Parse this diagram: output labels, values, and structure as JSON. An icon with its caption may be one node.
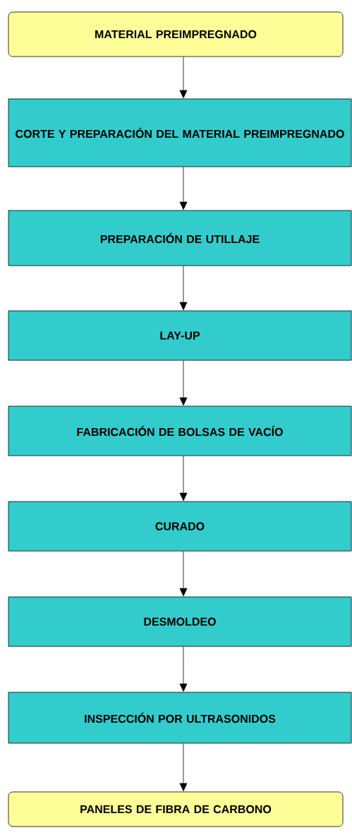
{
  "diagram": {
    "nodes": [
      {
        "text": [
          "MATERIAL PREIMPREGNADO"
        ]
      },
      {
        "text": [
          "CORTE Y PREPARACIÓN DEL MATERIAL PREIMPREGNADO"
        ]
      },
      {
        "text": [
          "PREPARACIÓN DE UTILLAJE"
        ]
      },
      {
        "text": [
          "LAY-UP"
        ]
      },
      {
        "text": [
          "FABRICACIÓN DE BOLSAS DE VACÍO"
        ]
      },
      {
        "text": [
          "CURADO"
        ]
      },
      {
        "text": [
          "DESMOLDEO"
        ]
      },
      {
        "text": [
          "INSPECCIÓN POR ULTRASONIDOS"
        ]
      },
      {
        "text": [
          "PANELES DE FIBRA DE CARBONO"
        ]
      }
    ],
    "edges": [
      {
        "from": 0,
        "to": 1,
        "arrow": "to"
      },
      {
        "from": 1,
        "to": 2,
        "arrow": "to"
      },
      {
        "from": 2,
        "to": 3,
        "arrow": "to"
      },
      {
        "from": 3,
        "to": 4,
        "arrow": "to"
      },
      {
        "from": 4,
        "to": 5,
        "arrow": "to"
      },
      {
        "from": 5,
        "to": 6,
        "arrow": "to"
      },
      {
        "from": 6,
        "to": 7,
        "arrow": "to"
      },
      {
        "from": 7,
        "to": 8,
        "arrow": "to"
      }
    ]
  }
}
